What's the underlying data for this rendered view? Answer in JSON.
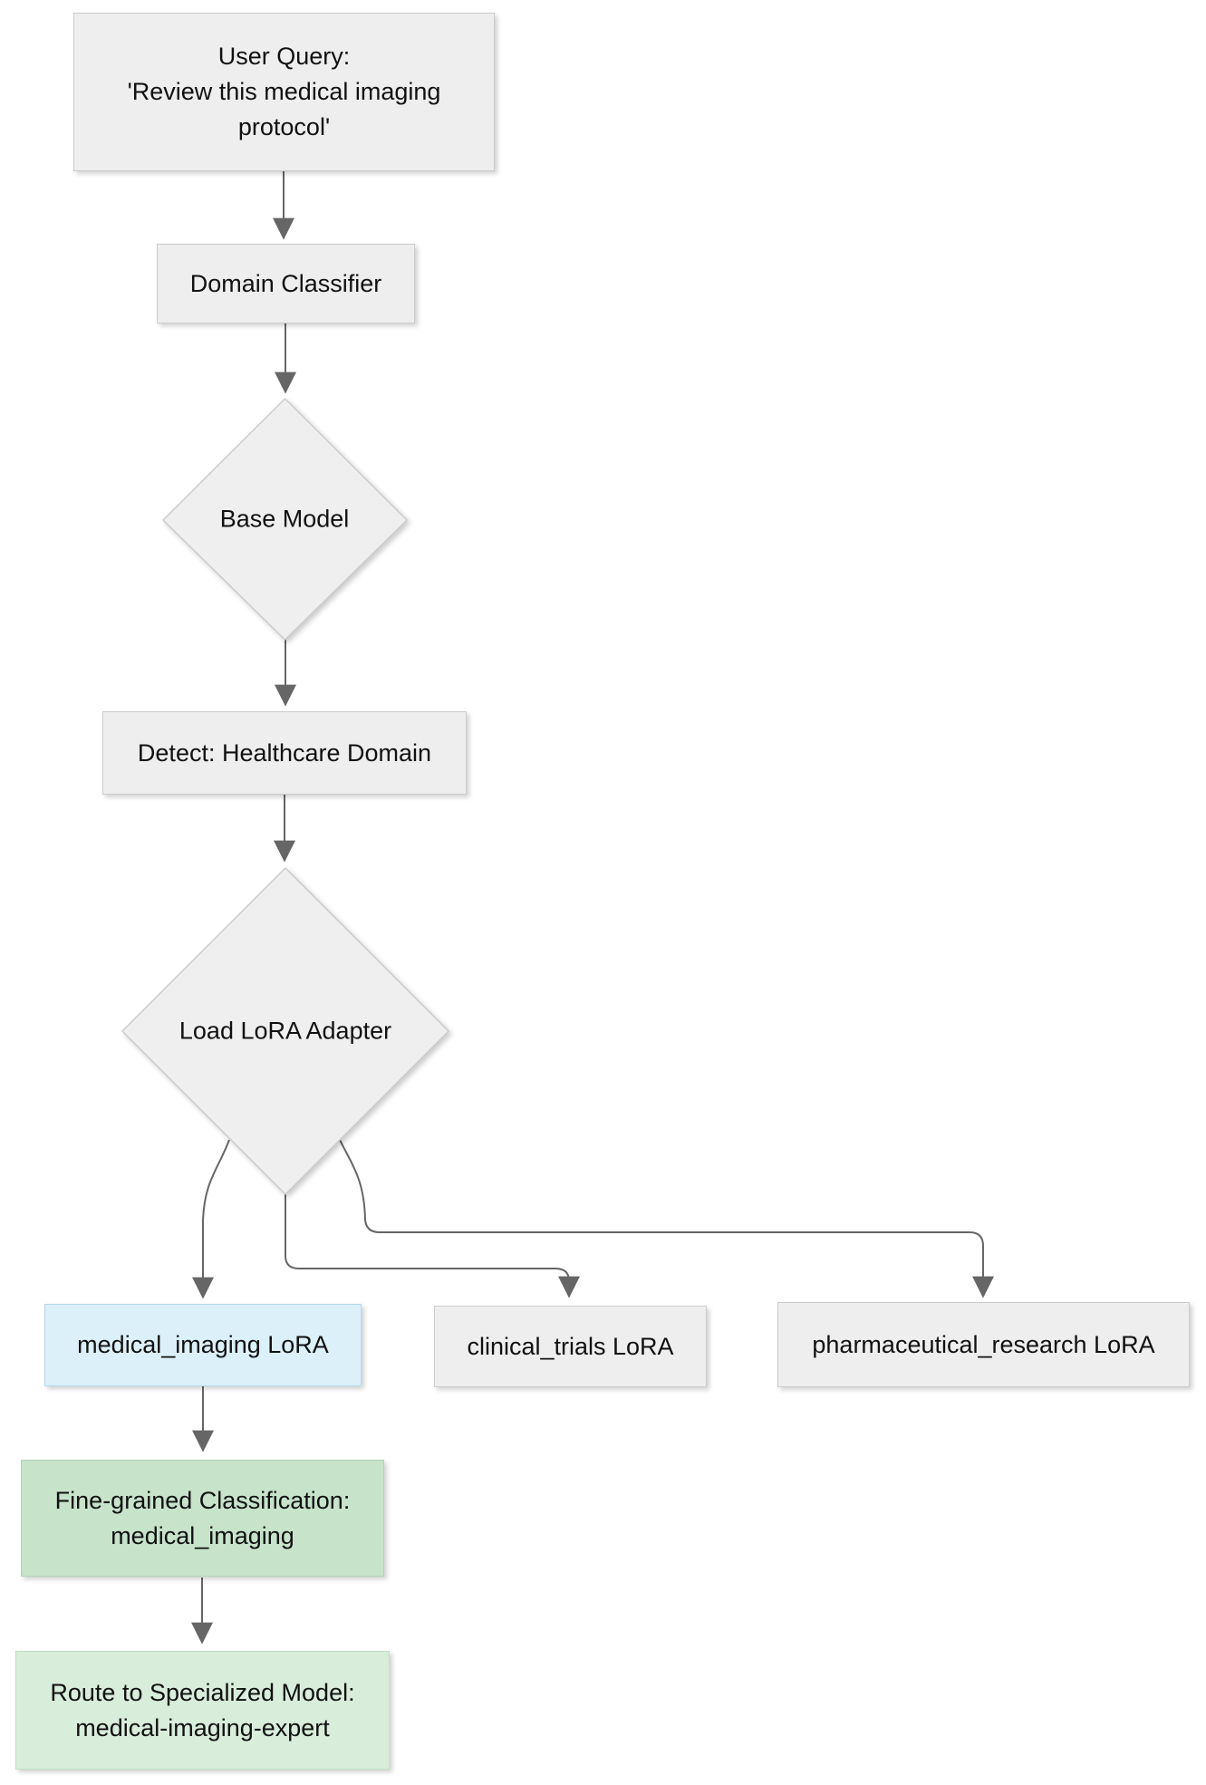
{
  "diagram": {
    "type": "flowchart",
    "direction": "top-down"
  },
  "nodes": {
    "user_query": {
      "shape": "rectangle",
      "variant": "gray",
      "lines": [
        "User Query:",
        "'Review this medical imaging",
        "protocol'"
      ]
    },
    "domain_classifier": {
      "shape": "rectangle",
      "variant": "gray",
      "lines": [
        "Domain Classifier"
      ]
    },
    "base_model": {
      "shape": "diamond",
      "variant": "gray",
      "lines": [
        "Base Model"
      ]
    },
    "detect_healthcare": {
      "shape": "rectangle",
      "variant": "gray",
      "lines": [
        "Detect: Healthcare Domain"
      ]
    },
    "load_lora_adapter": {
      "shape": "diamond",
      "variant": "gray",
      "lines": [
        "Load LoRA Adapter"
      ]
    },
    "medical_imaging_lora": {
      "shape": "rectangle",
      "variant": "blue-highlight",
      "lines": [
        "medical_imaging LoRA"
      ]
    },
    "clinical_trials_lora": {
      "shape": "rectangle",
      "variant": "gray",
      "lines": [
        "clinical_trials LoRA"
      ]
    },
    "pharmaceutical_research_lora": {
      "shape": "rectangle",
      "variant": "gray",
      "lines": [
        "pharmaceutical_research LoRA"
      ]
    },
    "fine_grained_classification": {
      "shape": "rectangle",
      "variant": "green",
      "lines": [
        "Fine-grained Classification:",
        "medical_imaging"
      ]
    },
    "route_to_specialized_model": {
      "shape": "rectangle",
      "variant": "light-green",
      "lines": [
        "Route to Specialized Model:",
        "medical-imaging-expert"
      ]
    }
  },
  "edges": [
    {
      "from": "user_query",
      "to": "domain_classifier"
    },
    {
      "from": "domain_classifier",
      "to": "base_model"
    },
    {
      "from": "base_model",
      "to": "detect_healthcare"
    },
    {
      "from": "detect_healthcare",
      "to": "load_lora_adapter"
    },
    {
      "from": "load_lora_adapter",
      "to": "medical_imaging_lora"
    },
    {
      "from": "load_lora_adapter",
      "to": "clinical_trials_lora"
    },
    {
      "from": "load_lora_adapter",
      "to": "pharmaceutical_research_lora"
    },
    {
      "from": "medical_imaging_lora",
      "to": "fine_grained_classification"
    },
    {
      "from": "fine_grained_classification",
      "to": "route_to_specialized_model"
    }
  ],
  "colors": {
    "background": "#ffffff",
    "node_fill": "#eeeeee",
    "node_border": "#cccccc",
    "highlight_fill": "#dcf0fa",
    "highlight_border": "#b5d9eb",
    "green_fill": "#c7e3ca",
    "green_border": "#b2d4b7",
    "light_green_fill": "#d8edda",
    "light_green_border": "#c2dfc6",
    "edge": "#666666",
    "text": "#111111"
  }
}
